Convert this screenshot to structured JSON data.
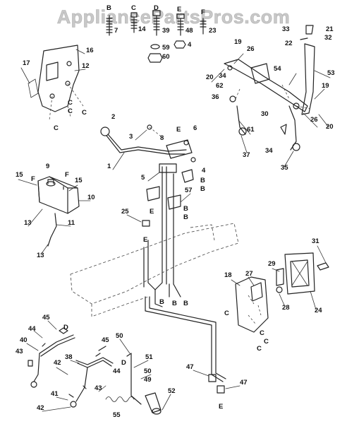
{
  "watermark": "AppliancePartsPros.com",
  "labels": {
    "p1": "1",
    "p2": "2",
    "p3": "3",
    "p4": "4",
    "p5": "5",
    "p6": "6",
    "p7": "7",
    "p8": "8",
    "p9": "9",
    "p10": "10",
    "p11": "11",
    "p12": "12",
    "p13a": "13",
    "p13b": "13",
    "p14": "14",
    "p15a": "15",
    "p15b": "15",
    "p16": "16",
    "p17": "17",
    "p18": "18",
    "p19a": "19",
    "p19b": "19",
    "p20a": "20",
    "p20b": "20",
    "p21": "21",
    "p22": "22",
    "p23": "23",
    "p24": "24",
    "p25": "25",
    "p26a": "26",
    "p26b": "26",
    "p27": "27",
    "p28": "28",
    "p29": "29",
    "p30": "30",
    "p31": "31",
    "p32": "32",
    "p33": "33",
    "p34a": "34",
    "p34b": "34",
    "p35": "35",
    "p36": "36",
    "p37": "37",
    "p38": "38",
    "p39": "39",
    "p40": "40",
    "p41": "41",
    "p42a": "42",
    "p42b": "42",
    "p43": "43",
    "p44a": "44",
    "p44b": "44",
    "p45a": "45",
    "p45b": "45",
    "p47a": "47",
    "p47b": "47",
    "p48": "48",
    "p49": "49",
    "p50a": "50",
    "p50b": "50",
    "p51": "51",
    "p52": "52",
    "p53": "53",
    "p54": "54",
    "p55": "55",
    "p57": "57",
    "p59": "59",
    "p60": "60",
    "p61": "61",
    "p62": "62",
    "lB1": "B",
    "lC1": "C",
    "lD1": "D",
    "lE1": "E",
    "lF1": "F",
    "lC2": "C",
    "lC3": "C",
    "lC4": "C",
    "lC5": "C",
    "lE2": "E",
    "lB2": "B",
    "lB3": "B",
    "lB4": "B",
    "lB5": "B",
    "lF2": "F",
    "lF3": "F",
    "lE3": "E",
    "lE4": "E",
    "lB6": "B",
    "lB7": "B",
    "lB8": "B",
    "lC6": "C",
    "lC7": "C",
    "lC8": "C",
    "lC9": "C",
    "lD2": "D",
    "lD3": "D",
    "lE5": "E"
  }
}
